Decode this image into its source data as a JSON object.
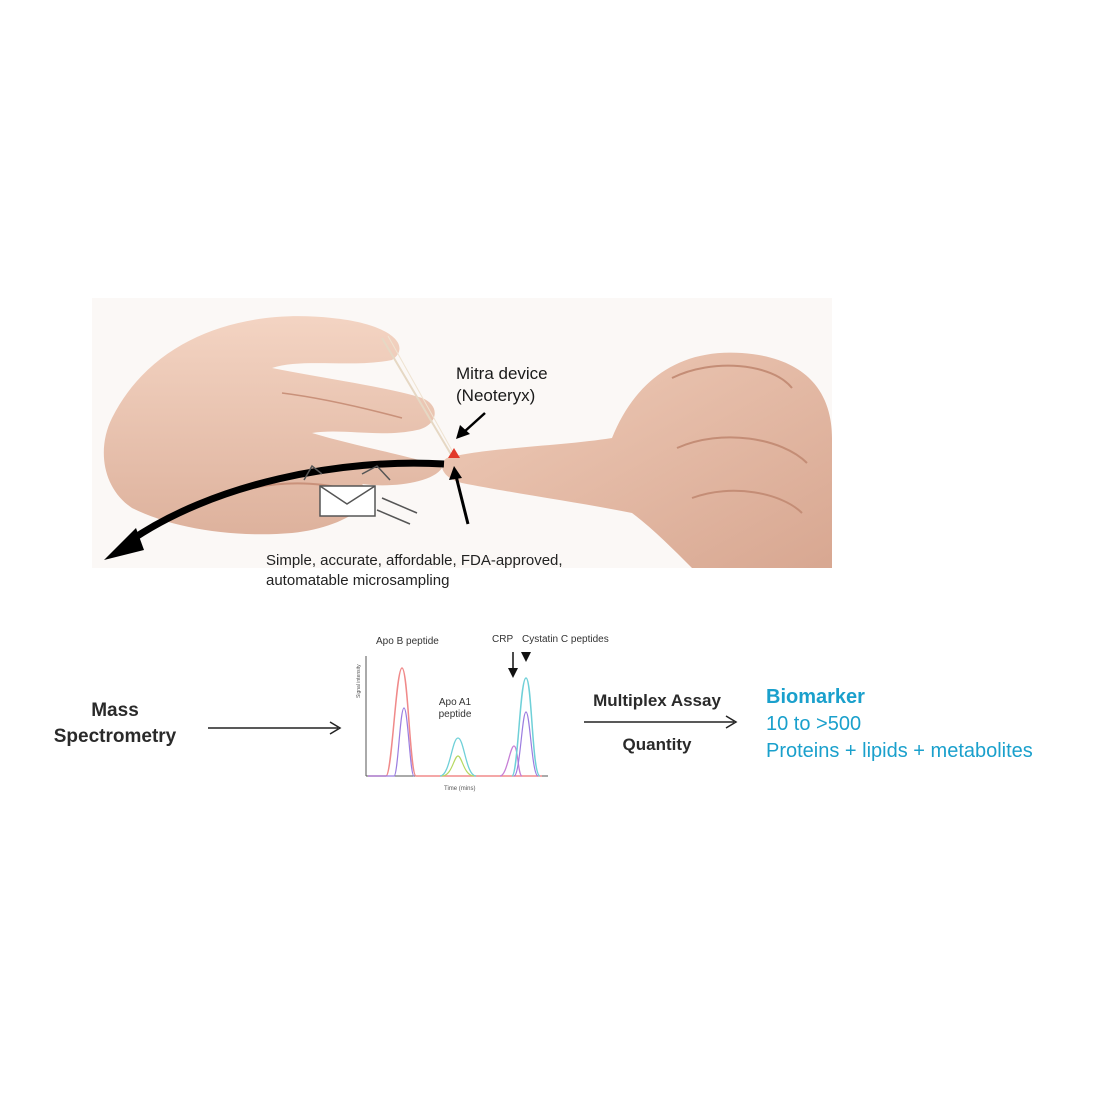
{
  "top": {
    "device_line1": "Mitra device",
    "device_line2": "(Neoteryx)",
    "caption_line1": "Simple, accurate, affordable, FDA-approved,",
    "caption_line2": "automatable microsampling"
  },
  "flow": {
    "mass_spec_line1": "Mass",
    "mass_spec_line2": "Spectrometry",
    "assay_label": "Multiplex Assay",
    "quantity_label": "Quantity"
  },
  "chromatogram": {
    "peptide_apo_b": "Apo B peptide",
    "peptide_apo_a1_line1": "Apo A1",
    "peptide_apo_a1_line2": "peptide",
    "crp_label": "CRP",
    "cystatin_label": "Cystatin C peptides",
    "y_axis_label": "Signal intensity",
    "x_axis_label": "Time (mins)"
  },
  "biomarker": {
    "title": "Biomarker",
    "range": "10 to >500",
    "types": "Proteins + lipids + metabolites",
    "color": "#1aa0cc"
  }
}
